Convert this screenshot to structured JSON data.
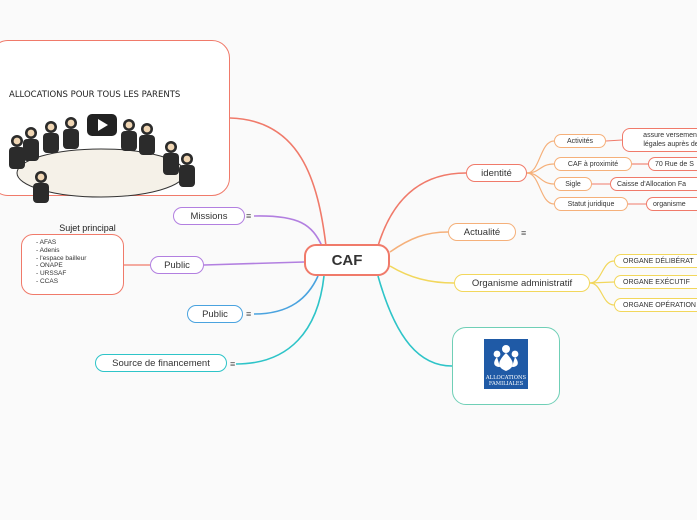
{
  "central": {
    "label": "CAF"
  },
  "left": {
    "topic_card": {
      "caption": "Sujet principal",
      "image_text": "ALLOCATIONS POUR TOUS LES PARENTS"
    },
    "missions": {
      "label": "Missions",
      "collapse_icon": "≡"
    },
    "public_list_node": {
      "label": "Public"
    },
    "public_list": [
      "AFAS",
      "Adenis",
      "l'espace bailleur",
      "ONAPE",
      "URSSAF",
      "CCAS"
    ],
    "public_node": {
      "label": "Public",
      "collapse_icon": "≡"
    },
    "financement": {
      "label": "Source de financement",
      "collapse_icon": "≡"
    }
  },
  "right": {
    "identite": {
      "label": "identité",
      "children": [
        {
          "label": "Activités",
          "detail": "assure versement légales auprès de"
        },
        {
          "label": "CAF à proximité",
          "detail": "70 Rue de S"
        },
        {
          "label": "Sigle",
          "detail": "Caisse d'Allocation Fa"
        },
        {
          "label": "Statut juridique",
          "detail": "organisme"
        }
      ]
    },
    "actualite": {
      "label": "Actualité",
      "collapse_icon": "≡"
    },
    "organisme": {
      "label": "Organisme administratif",
      "children": [
        "ORGANE DÉLIBÉRAT",
        "ORGANE EXÉCUTIF",
        "ORGANE OPÉRATION"
      ]
    },
    "logo": {
      "line1": "ALLOCATIONS",
      "line2": "FAMILIALES"
    }
  },
  "colors": {
    "red": "#f07a6a",
    "purple": "#b27fe0",
    "blue": "#4aa3df",
    "teal": "#2ec4c8",
    "orange": "#f5b07a",
    "yellow": "#f2d75c",
    "green": "#6fcfb6",
    "logo_blue": "#1f5aa6"
  }
}
